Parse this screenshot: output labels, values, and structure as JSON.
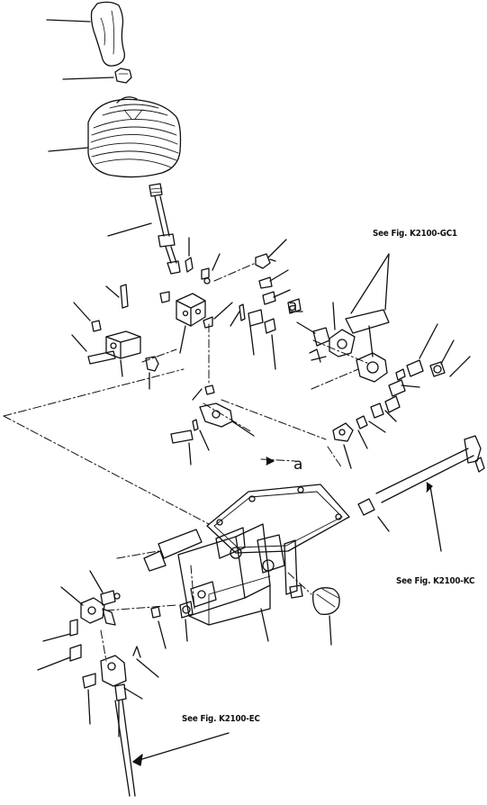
{
  "references": {
    "top_right": "See Fig. K2100-GC1",
    "right": "See Fig. K2100-KC",
    "bottom": "See Fig. K2100-EC"
  },
  "callouts": {
    "upper_connector": "a",
    "lower_connector": "a"
  }
}
